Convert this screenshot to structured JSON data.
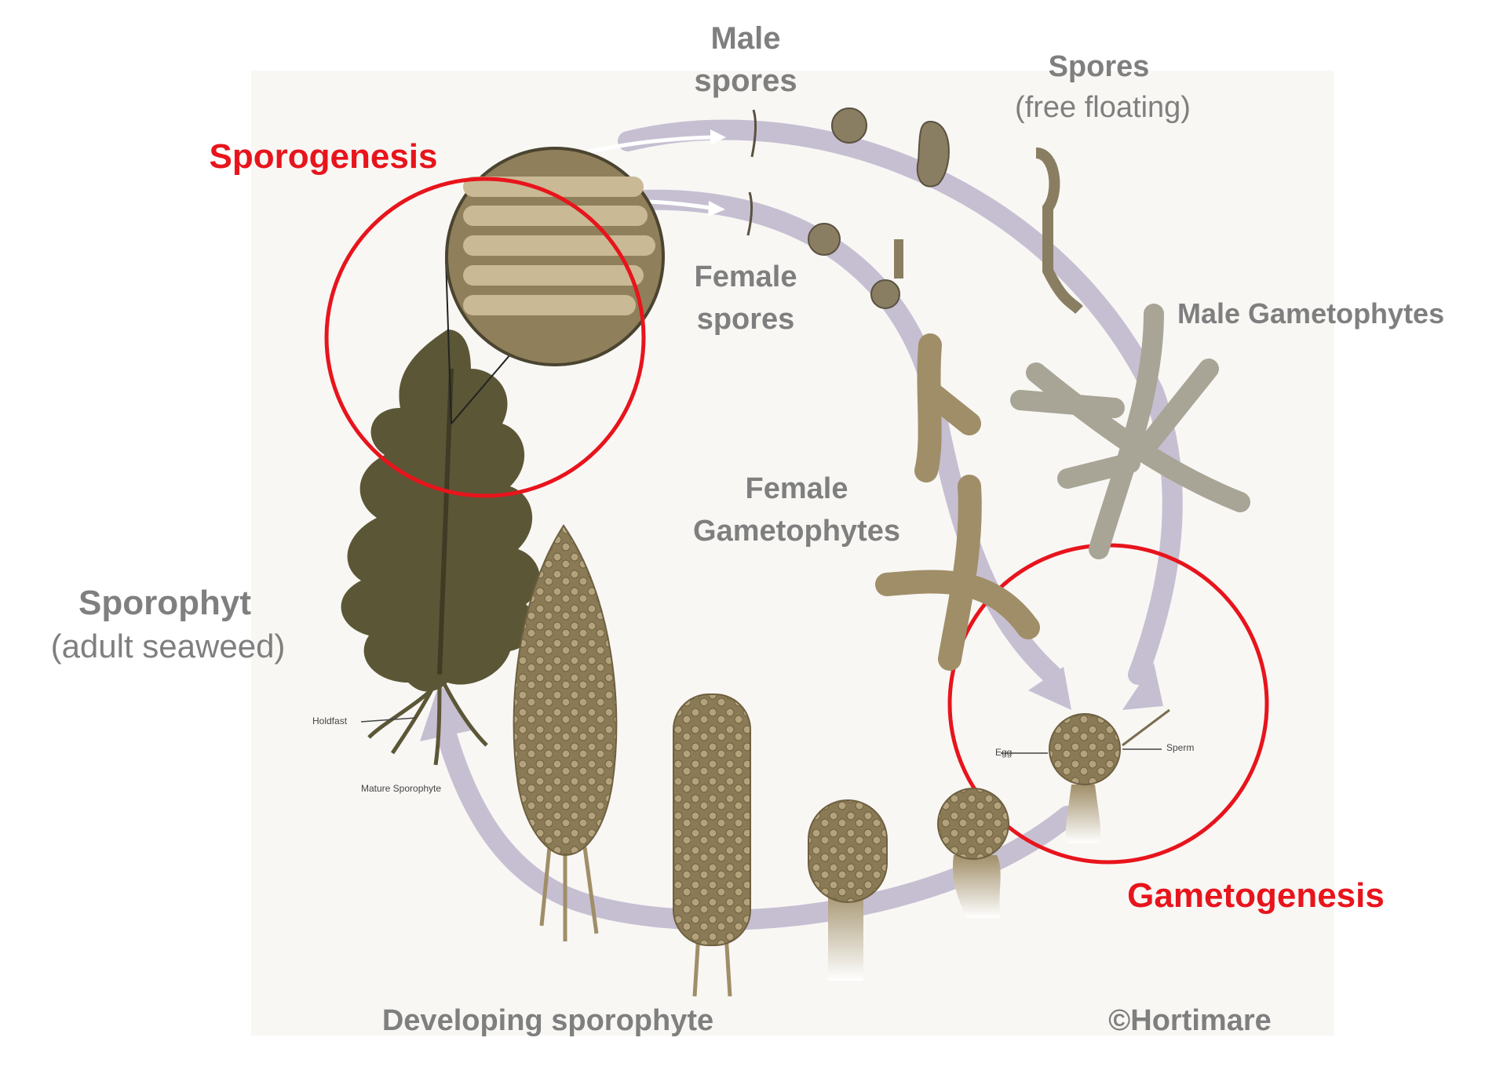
{
  "labels": {
    "male_spores": [
      "Male",
      "spores"
    ],
    "spores_title": "Spores",
    "spores_sub": "(free floating)",
    "sporogenesis": "Sporogenesis",
    "female_spores": [
      "Female",
      "spores"
    ],
    "male_gametophytes": "Male Gametophytes",
    "female_gametophytes": [
      "Female",
      "Gametophytes"
    ],
    "sporophyt_title": "Sporophyt",
    "sporophyt_sub": "(adult seaweed)",
    "holdfast": "Holdfast",
    "mature_sporophyte": "Mature Sporophyte",
    "egg": "Egg",
    "sperm": "Sperm",
    "gametogenesis": "Gametogenesis",
    "developing_sporophyte": "Developing sporophyte",
    "copyright": "©Hortimare"
  },
  "colors": {
    "highlight": "#e8141c",
    "label": "#7f7f7f",
    "cycle_arrow": "#c6bfd2",
    "kelp": "#5b5636",
    "cell": "#a2906a"
  }
}
